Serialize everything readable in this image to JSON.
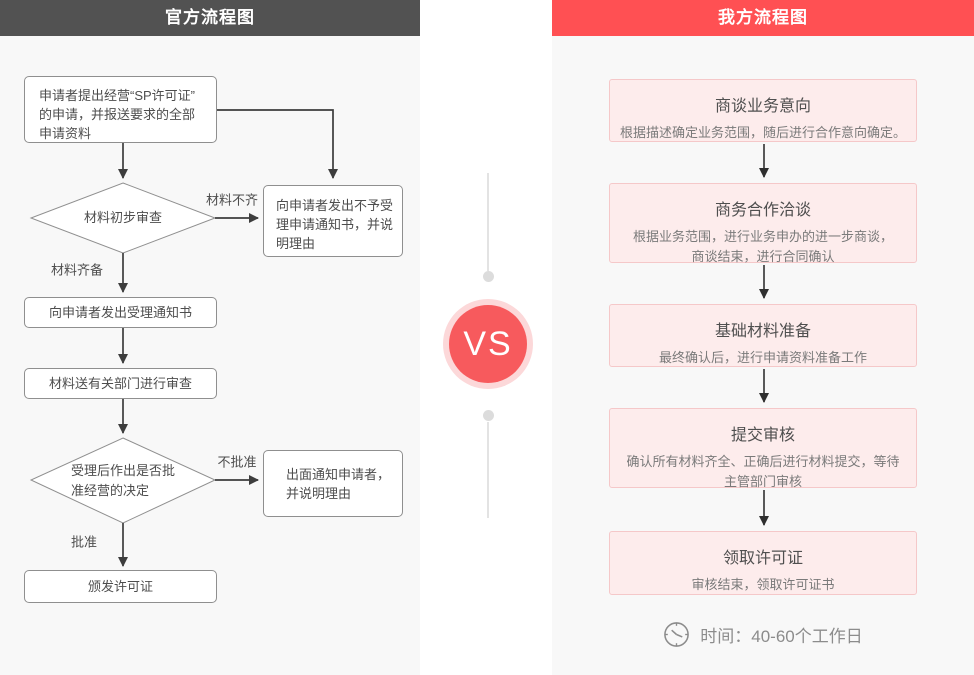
{
  "left_panel": {
    "header": "官方流程图",
    "nodes": {
      "apply": "申请者提出经营“SP许可证”\n的申请，并报送要求的全部\n申请资料",
      "initial_review": "材料初步审查",
      "reject_notice": "向申请者发出不予受\n理申请通知书，并说\n明理由",
      "accept_notice": "向申请者发出受理通知书",
      "dept_review": "材料送有关部门进行审查",
      "decision": "受理后作出是否批\n准经营的决定",
      "deny_notice": "出面通知申请者，\n并说明理由",
      "issue_license": "颁发许可证"
    },
    "edge_labels": {
      "incomplete": "材料不齐",
      "complete": "材料齐备",
      "not_approved": "不批准",
      "approved": "批准"
    }
  },
  "vs_badge": "VS",
  "right_panel": {
    "header": "我方流程图",
    "steps": [
      {
        "title": "商谈业务意向",
        "desc": "根据描述确定业务范围，随后进行合作意向确定。"
      },
      {
        "title": "商务合作洽谈",
        "desc": "根据业务范围，进行业务申办的进一步商谈，\n商谈结束，进行合同确认"
      },
      {
        "title": "基础材料准备",
        "desc": "最终确认后，进行申请资料准备工作"
      },
      {
        "title": "提交审核",
        "desc": "确认所有材料齐全、正确后进行材料提交，等待\n主管部门审核"
      },
      {
        "title": "领取许可证",
        "desc": "审核结束，领取许可证书"
      }
    ],
    "footer_time": "时间：40-60个工作日"
  },
  "colors": {
    "left_header_bg": "#525252",
    "right_header_bg": "#ff5053",
    "vs_red": "#f75a5d",
    "vs_ring": "#fcd8d9",
    "panel_bg": "#f8f8f8",
    "pink_box_bg": "#fdecec",
    "pink_box_border": "#f5c8c9",
    "flow_line": "#3d3d3d",
    "box_border": "#8f8f8f"
  }
}
